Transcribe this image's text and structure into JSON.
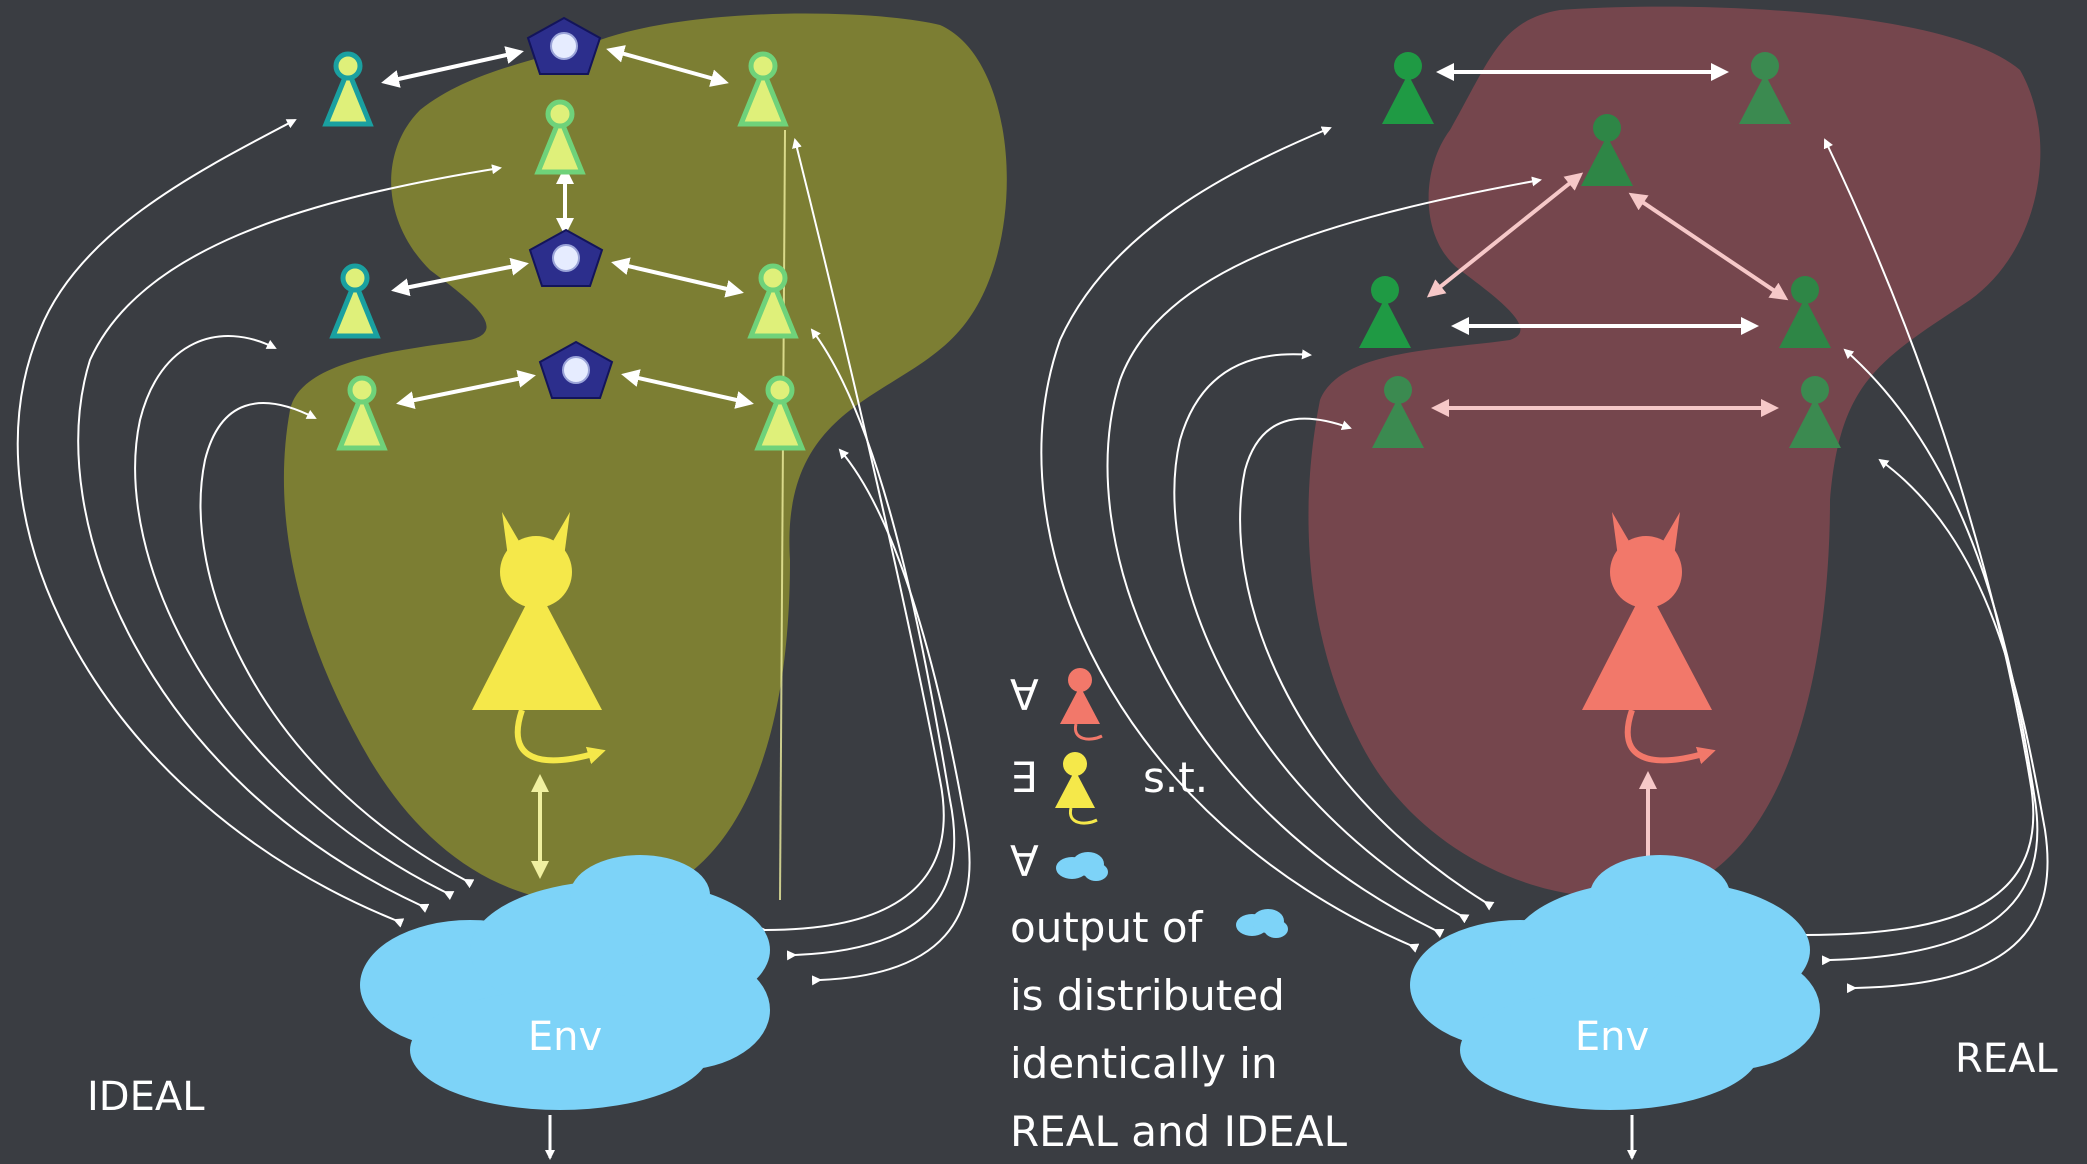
{
  "ideal": {
    "label": "IDEAL",
    "env_label": "Env",
    "colors": {
      "blob": "#8f9130",
      "adversary": "#f5e84a",
      "party_outline": "#1aa0a0",
      "party_fill": "#dff07a",
      "functionality": "#2c2e8c"
    }
  },
  "real": {
    "label": "REAL",
    "env_label": "Env",
    "colors": {
      "blob": "#8a4a52",
      "adversary": "#f2786a",
      "party": "#2a8f48"
    }
  },
  "legend": {
    "forall_symbol": "∀",
    "exists_symbol": "∃",
    "such_that": "s.t.",
    "forall_env_symbol": "∀",
    "statement_lines": [
      "output of",
      "is distributed",
      "identically in",
      "REAL and IDEAL"
    ]
  },
  "colors": {
    "background": "#3a3d42",
    "environment": "#7dd3f8",
    "arrow": "#ffffff",
    "real_arrow": "#f6c8c8"
  }
}
